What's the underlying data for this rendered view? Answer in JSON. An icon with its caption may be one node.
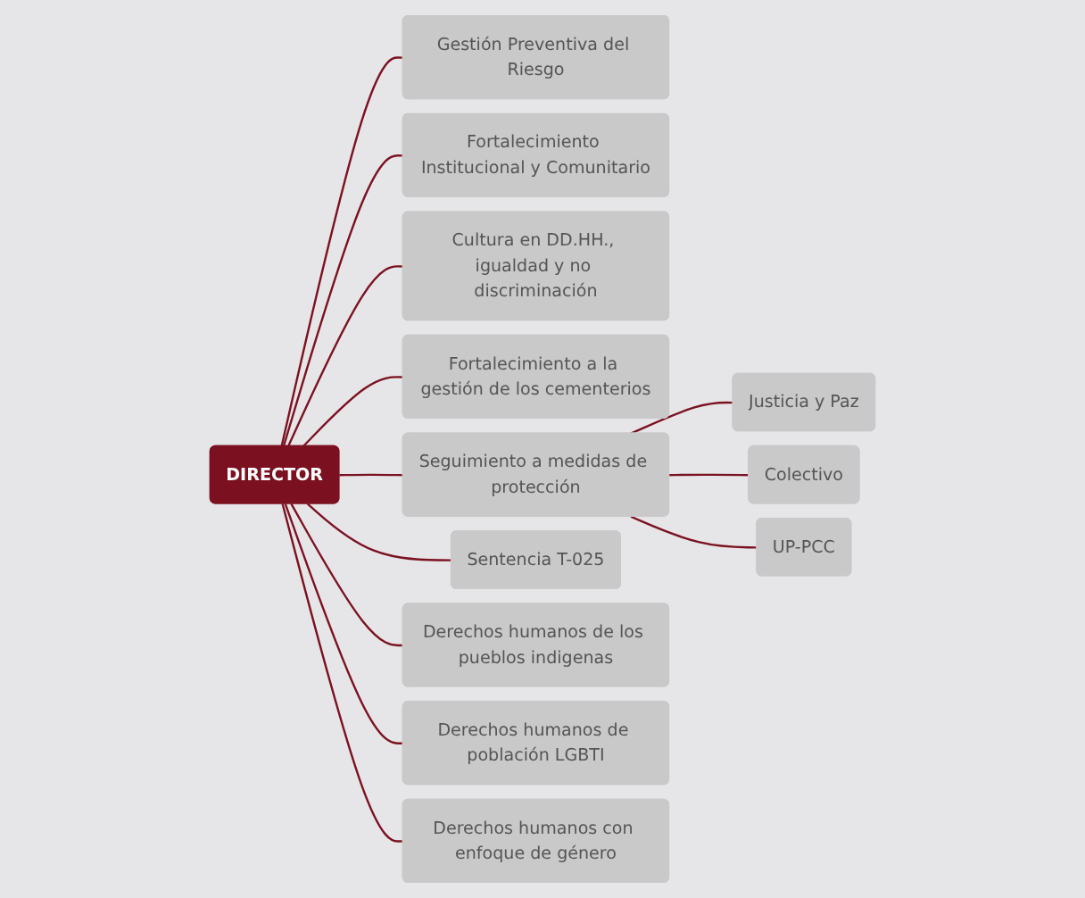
{
  "diagram": {
    "nodes": [
      {
        "text": [
          "Gestión Preventiva del Riesgo"
        ]
      },
      {
        "text": [
          "DIRECTOR"
        ]
      },
      {
        "text": [
          "Derechos humanos de los pueblos indigenas"
        ]
      },
      {
        "text": [
          "Fortalecimiento Institucional y Comunitario"
        ]
      },
      {
        "text": [
          "Fortalecimiento a la gestión de los cementerios"
        ]
      },
      {
        "text": [
          "Derechos humanos de población LGBTI"
        ]
      },
      {
        "text": [
          "Cultura en DD.HH., igualdad y no discriminación"
        ]
      },
      {
        "text": [
          "Sentencia T-025"
        ]
      },
      {
        "text": [
          "Derechos humanos con enfoque de género"
        ]
      },
      {
        "text": [
          "Seguimiento a medidas de protección"
        ]
      },
      {
        "text": [
          "Justicia y Paz"
        ]
      },
      {
        "text": [
          "Colectivo"
        ]
      },
      {
        "text": [
          "UP-PCC"
        ]
      }
    ],
    "edges": [
      {
        "from": 1,
        "to": 0,
        "arrow": "none"
      },
      {
        "from": 1,
        "to": 3,
        "arrow": "none"
      },
      {
        "from": 1,
        "to": 6,
        "arrow": "none"
      },
      {
        "from": 1,
        "to": 4,
        "arrow": "none"
      },
      {
        "from": 1,
        "to": 7,
        "arrow": "none"
      },
      {
        "from": 1,
        "to": 9,
        "arrow": "none"
      },
      {
        "from": 1,
        "to": 2,
        "arrow": "none"
      },
      {
        "from": 1,
        "to": 5,
        "arrow": "none"
      },
      {
        "from": 1,
        "to": 8,
        "arrow": "none"
      },
      {
        "from": 9,
        "to": 10,
        "arrow": "none"
      },
      {
        "from": 9,
        "to": 11,
        "arrow": "none"
      },
      {
        "from": 9,
        "to": 12,
        "arrow": "none"
      }
    ]
  }
}
